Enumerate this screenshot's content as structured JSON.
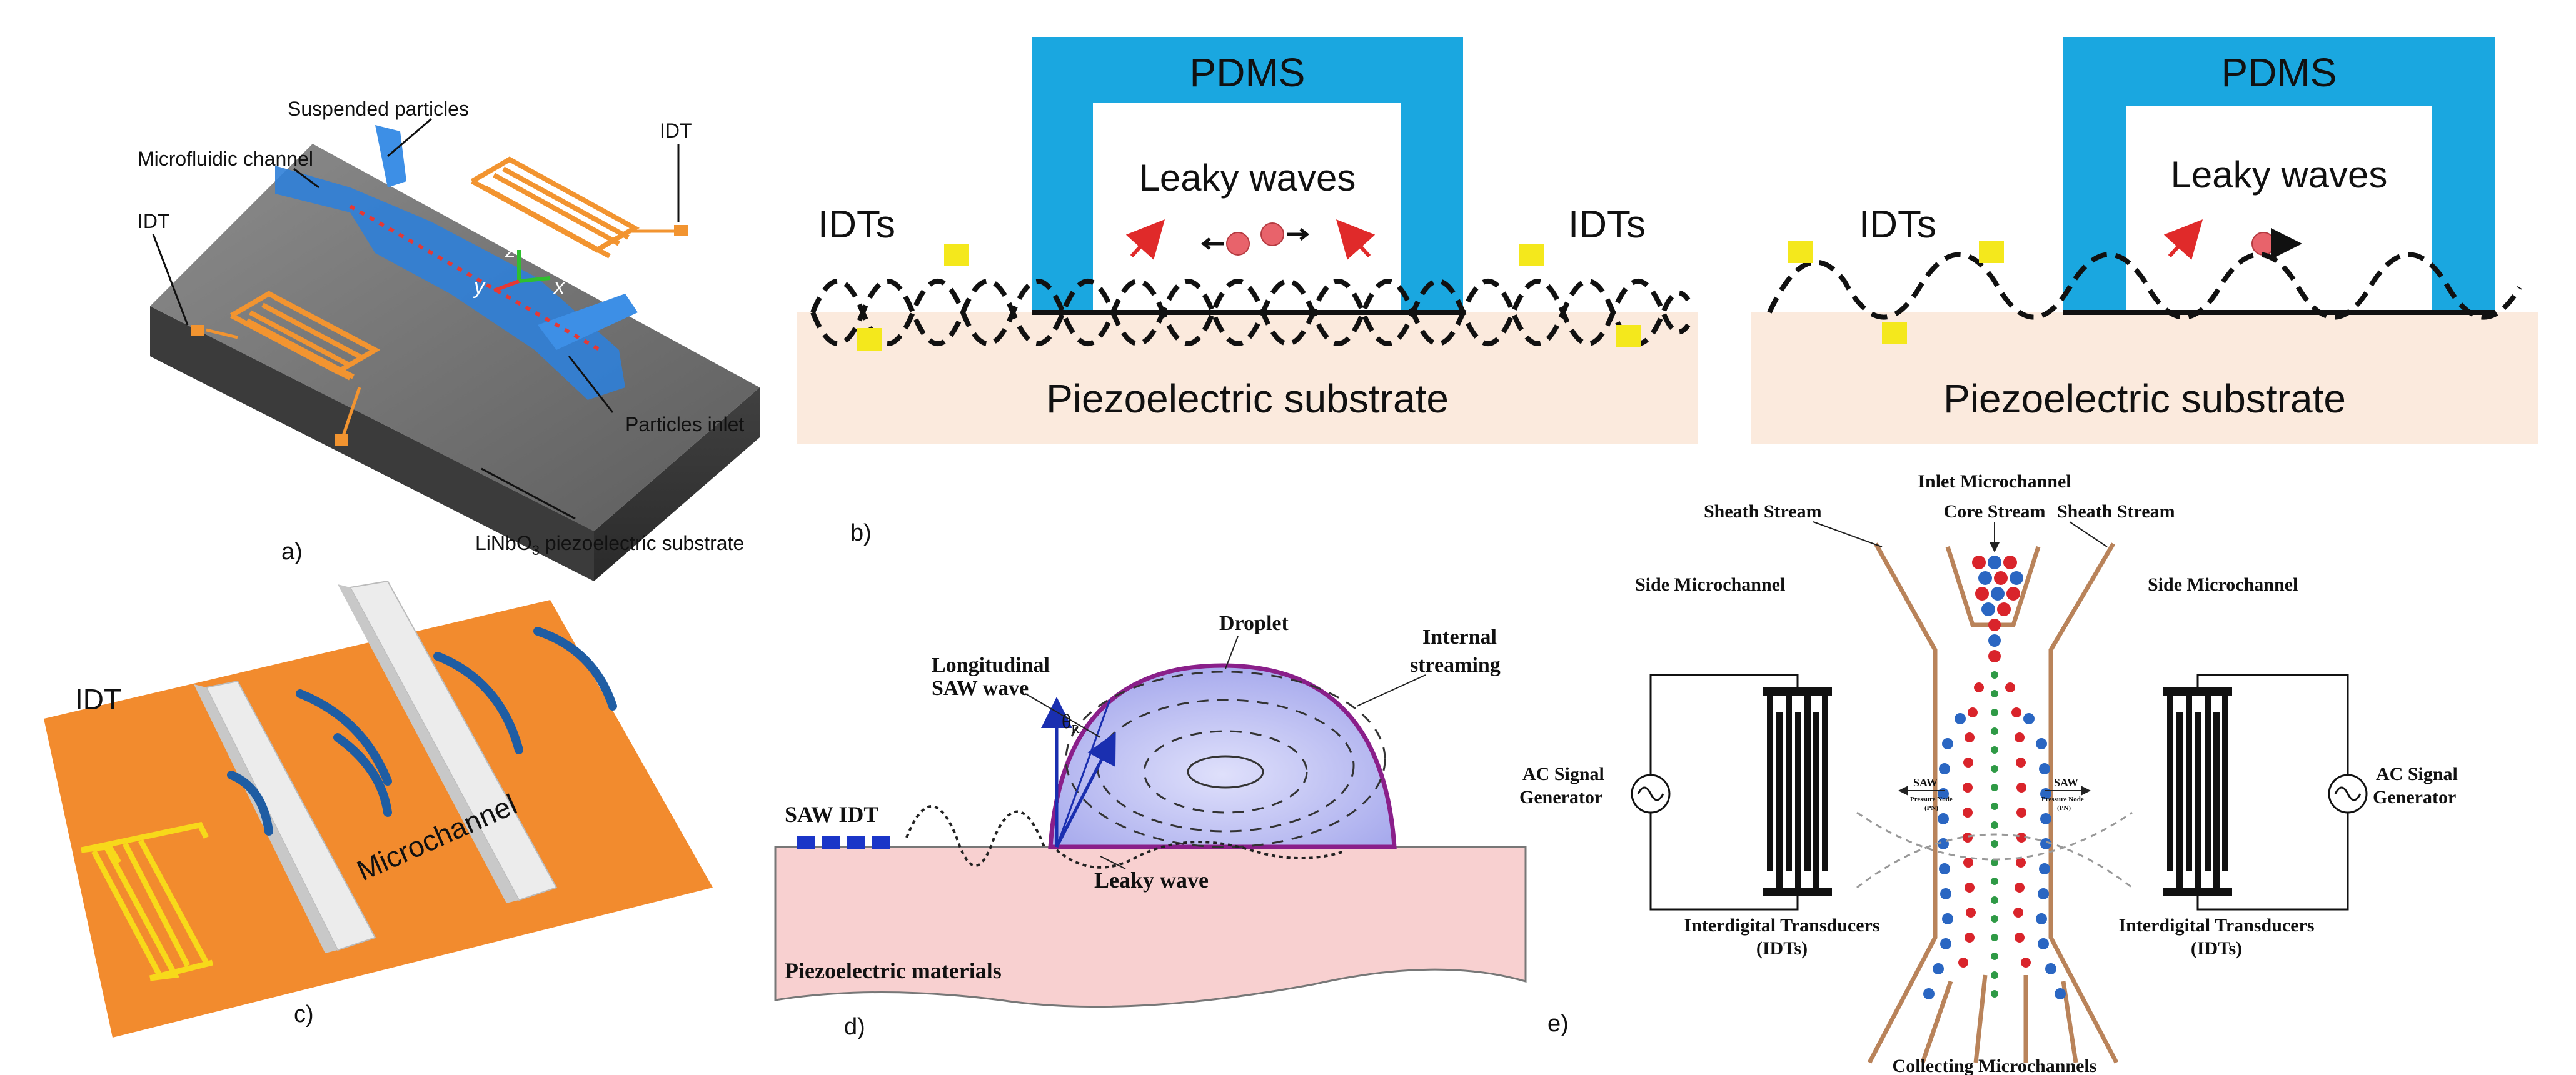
{
  "panels": {
    "a": {
      "letter": "a)",
      "labels": {
        "suspended": "Suspended particles",
        "channel": "Microfluidic channel",
        "idt_left": "IDT",
        "idt_right": "IDT",
        "inlet": "Particles inlet",
        "substrate_pre": "LiNbO",
        "substrate_sub": "3",
        "substrate_post": " piezoelectric substrate",
        "axis_z": "z",
        "axis_y": "y",
        "axis_x": "x"
      }
    },
    "b": {
      "letter": "b)",
      "left": {
        "pdms": "PDMS",
        "leaky": "Leaky waves",
        "idts_left": "IDTs",
        "idts_right": "IDTs",
        "substrate": "Piezoelectric substrate"
      },
      "right": {
        "pdms": "PDMS",
        "leaky": "Leaky waves",
        "idts": "IDTs",
        "substrate": "Piezoelectric substrate"
      }
    },
    "c": {
      "letter": "c)",
      "idt": "IDT",
      "microchannel": "Microchannel"
    },
    "d": {
      "letter": "d)",
      "longitudinal_1": "Longitudinal",
      "longitudinal_2": "SAW wave",
      "droplet": "Droplet",
      "internal_1": "Internal",
      "internal_2": "streaming",
      "theta": "θ",
      "theta_sub": "R",
      "saw_idt": "SAW IDT",
      "leaky": "Leaky wave",
      "piezo": "Piezoelectric materials"
    },
    "e": {
      "letter": "e)",
      "inlet": "Inlet Microchannel",
      "sheath_left": "Sheath Stream",
      "core": "Core Stream",
      "sheath_right": "Sheath Stream",
      "side_left": "Side Microchannel",
      "side_right": "Side Microchannel",
      "ac_left_1": "AC Signal",
      "ac_left_2": "Generator",
      "ac_right_1": "AC Signal",
      "ac_right_2": "Generator",
      "saw_left": "SAW",
      "saw_right": "SAW",
      "pn_left_1": "Pressure Node",
      "pn_left_2": "(PN)",
      "pn_right_1": "Pressure Node",
      "pn_right_2": "(PN)",
      "idt_left_1": "Interdigital Transducers",
      "idt_left_2": "(IDTs)",
      "idt_right_1": "Interdigital Transducers",
      "idt_right_2": "(IDTs)",
      "collecting": "Collecting Microchannels"
    }
  },
  "colors": {
    "pdms": "#1aa7e0",
    "substrate_b": "#fbeadd",
    "idt_square": "#f4e81c",
    "particle": "#e8636b",
    "arrow": "#e02a2a",
    "orange_plate": "#f28b2e",
    "idt_gold": "#f7d91a",
    "device_orange": "#f2962f",
    "channel_blue": "#2f7fd8",
    "droplet": "#b9bdf2",
    "droplet_edge": "#8a1f8a",
    "piezo_pink": "#f8d0d0",
    "core_red": "#d9242b",
    "sheath_blue": "#2a66c2",
    "center_green": "#2f9a46",
    "channel_brown": "#b9835a"
  }
}
